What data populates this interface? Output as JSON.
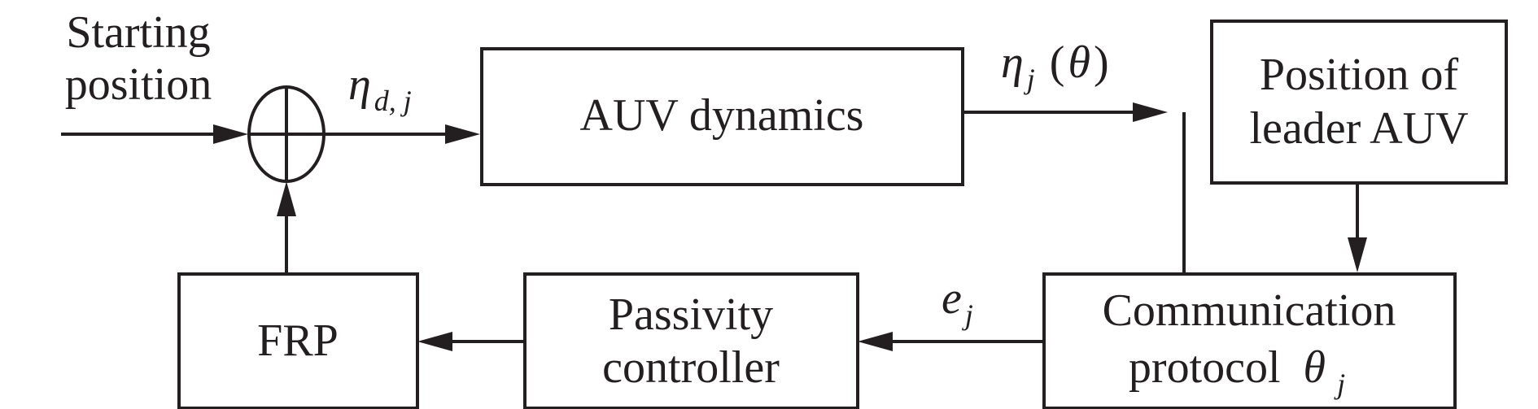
{
  "input": {
    "line1": "Starting",
    "line2": "position"
  },
  "blocks": {
    "auv_dynamics": "AUV dynamics",
    "leader_position": {
      "line1": "Position of",
      "line2": "leader AUV"
    },
    "frp": "FRP",
    "passivity": {
      "line1": "Passivity",
      "line2": "controller"
    },
    "communication": {
      "line1": "Communication",
      "line2_main": "protocol",
      "line2_symbol": "θ",
      "line2_sub": "j"
    }
  },
  "signals": {
    "eta_d": {
      "symbol": "η",
      "sub": "d, j"
    },
    "eta_j": {
      "symbol": "η",
      "sub": "j",
      "arg_open": "(",
      "arg": "θ",
      "arg_close": ")"
    },
    "e_j": {
      "symbol": "e",
      "sub": "j"
    }
  }
}
